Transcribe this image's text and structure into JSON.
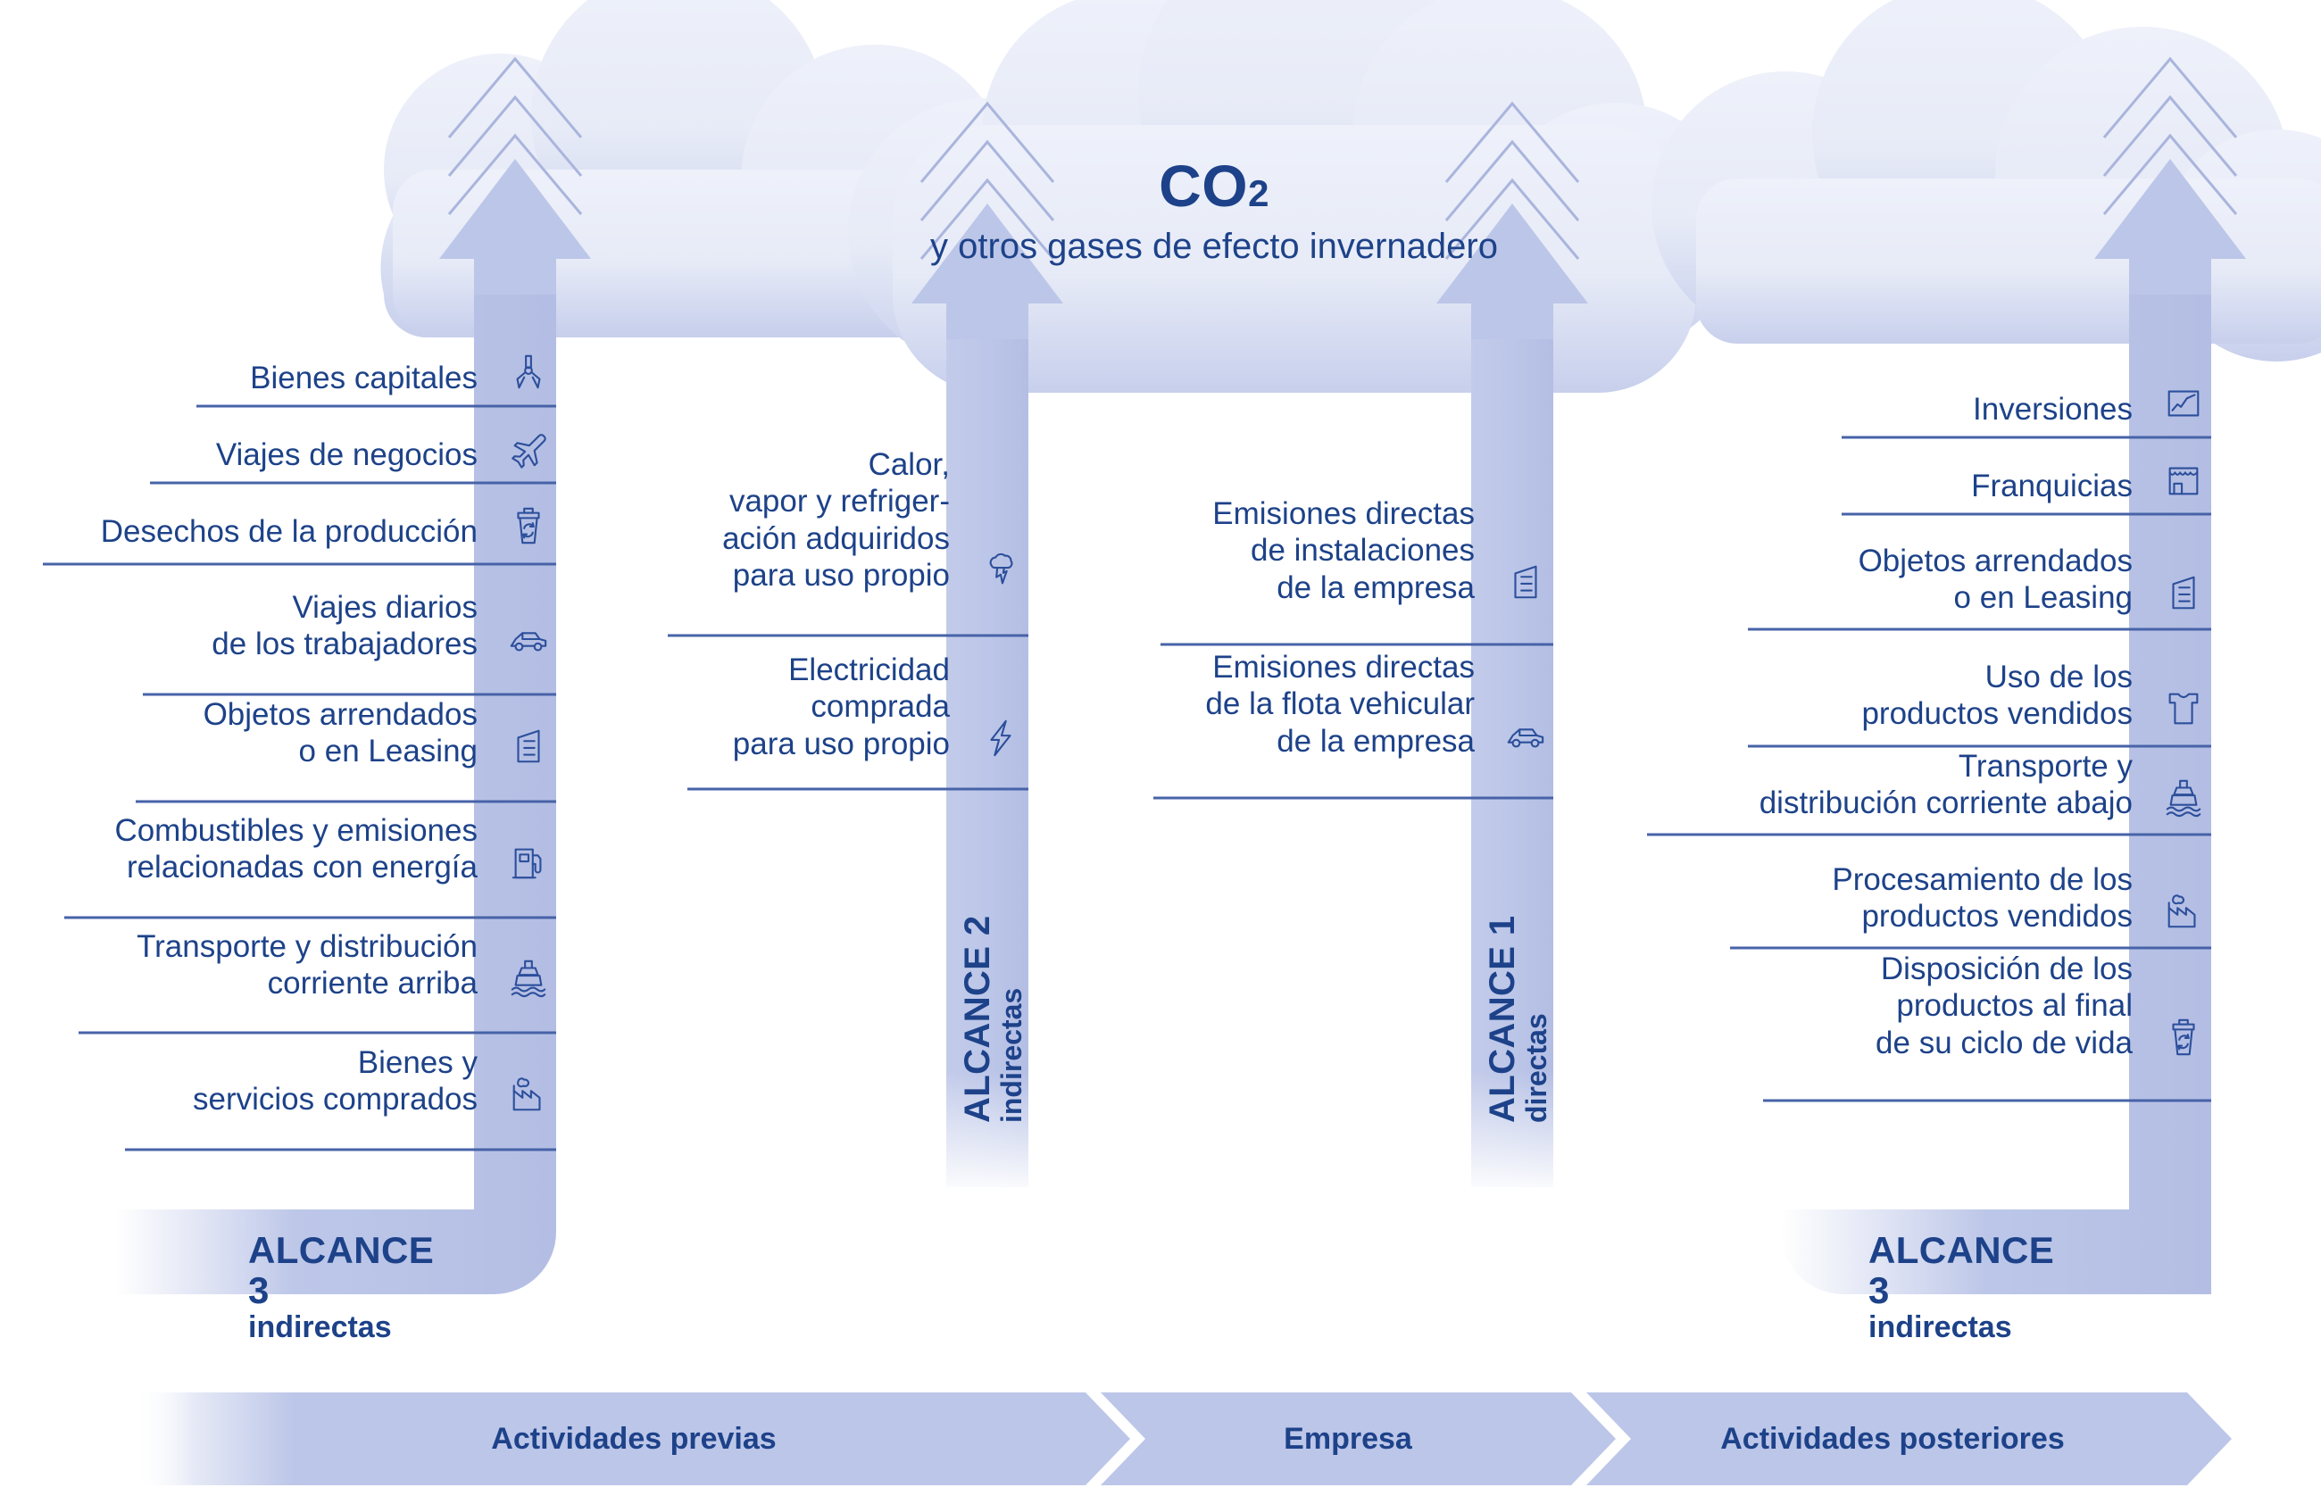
{
  "title": {
    "main": "CO",
    "sub_digit": "2",
    "subtitle": "y otros gases de efecto invernadero"
  },
  "colors": {
    "navy": "#1d4289",
    "pillar": "#bcc6e8",
    "cloud_light": "#eceff9",
    "rule": "#4763a8"
  },
  "scope3_upstream": {
    "badge_title": "ALCANCE 3",
    "badge_sub": "indirectas",
    "items": [
      {
        "label": "Bienes capitales",
        "icon": "crane-icon"
      },
      {
        "label": "Viajes de negocios",
        "icon": "airplane-icon"
      },
      {
        "label": "Desechos de la producción",
        "icon": "recycle-bin-icon"
      },
      {
        "label": "Viajes diarios\nde los trabajadores",
        "icon": "car-icon"
      },
      {
        "label": "Objetos arrendados\no en Leasing",
        "icon": "building-icon"
      },
      {
        "label": "Combustibles y emisiones\nrelacionadas con energía",
        "icon": "fuel-pump-icon"
      },
      {
        "label": "Transporte y distribución\ncorriente arriba",
        "icon": "ship-icon"
      },
      {
        "label": "Bienes y\nservicios comprados",
        "icon": "factory-icon"
      }
    ]
  },
  "scope2": {
    "badge_title": "ALCANCE 2",
    "badge_sub": "indirectas",
    "items": [
      {
        "label": "Calor,\nvapor y refriger-\nación adquiridos\npara uso propio",
        "icon": "steam-cloud-icon"
      },
      {
        "label": "Electricidad\ncomprada\npara uso propio",
        "icon": "lightning-icon"
      }
    ]
  },
  "scope1": {
    "badge_title": "ALCANCE 1",
    "badge_sub": "directas",
    "items": [
      {
        "label": "Emisiones directas\nde instalaciones\nde la empresa",
        "icon": "building-icon"
      },
      {
        "label": "Emisiones directas\nde la flota vehicular\nde la empresa",
        "icon": "car-icon"
      }
    ]
  },
  "scope3_downstream": {
    "badge_title": "ALCANCE 3",
    "badge_sub": "indirectas",
    "items": [
      {
        "label": "Inversiones",
        "icon": "chart-icon"
      },
      {
        "label": "Franquicias",
        "icon": "storefront-icon"
      },
      {
        "label": "Objetos arrendados\no en Leasing",
        "icon": "building-icon"
      },
      {
        "label": "Uso de los\nproductos vendidos",
        "icon": "tshirt-icon"
      },
      {
        "label": "Transporte y\ndistribución corriente abajo",
        "icon": "ship-icon"
      },
      {
        "label": "Procesamiento de los\nproductos vendidos",
        "icon": "factory-icon"
      },
      {
        "label": "Disposición de los\nproductos al final\nde su ciclo de vida",
        "icon": "recycle-bin-icon"
      }
    ]
  },
  "bottom_banner": {
    "segments": [
      {
        "label": "Actividades previas"
      },
      {
        "label": "Empresa"
      },
      {
        "label": "Actividades posteriores"
      }
    ]
  }
}
